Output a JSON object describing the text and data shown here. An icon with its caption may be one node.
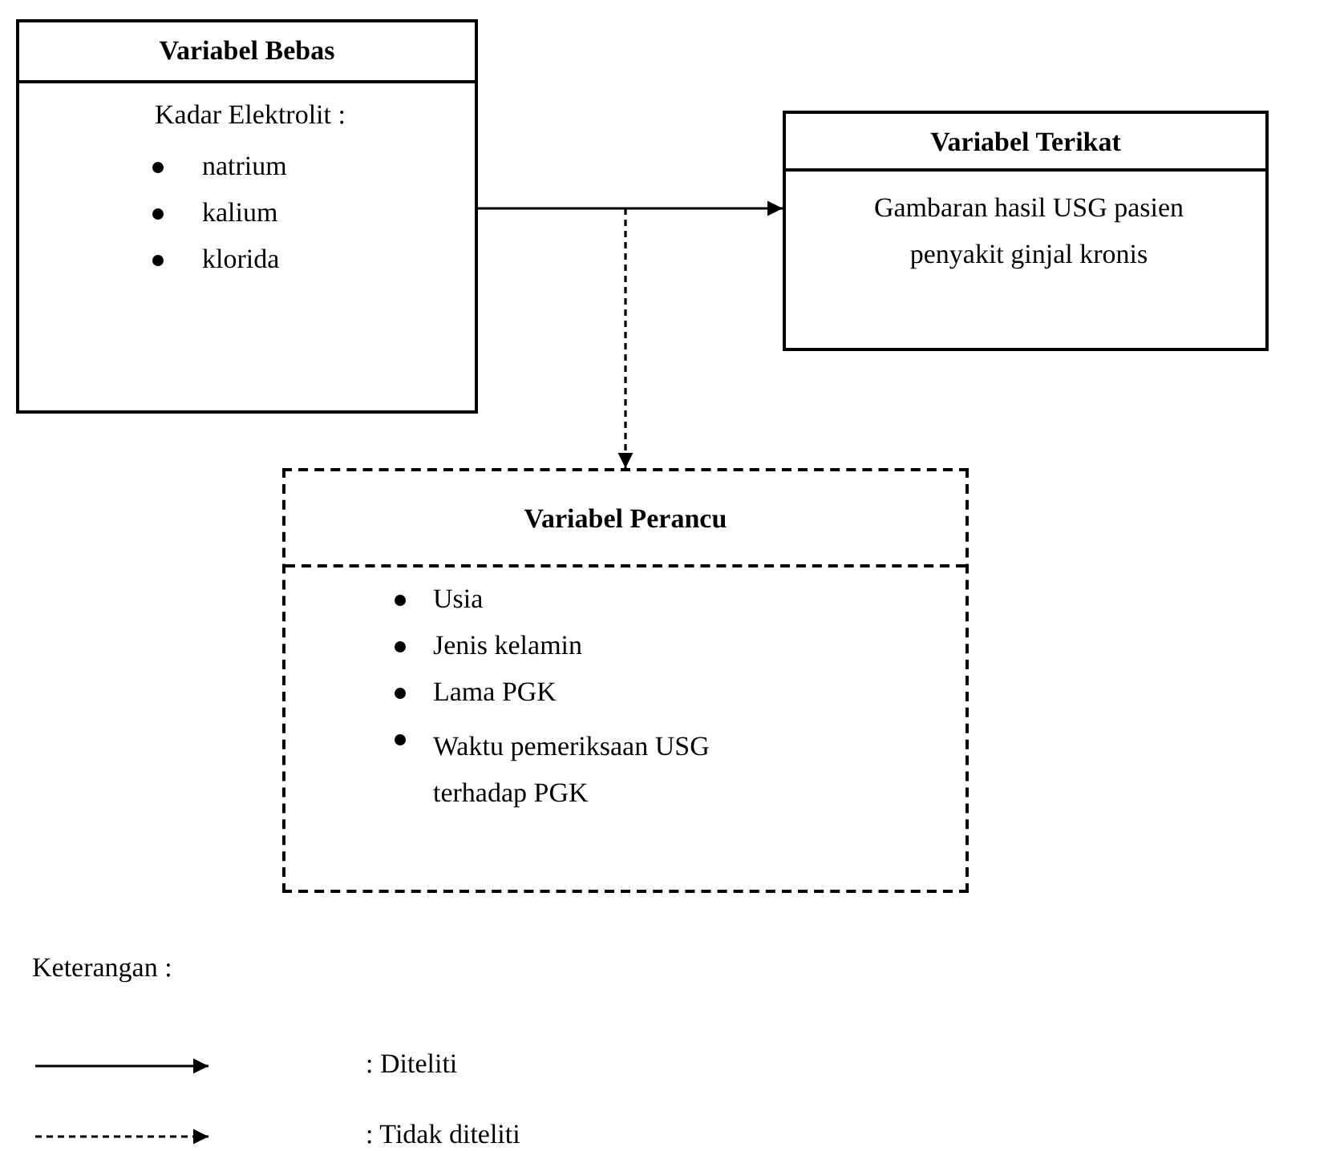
{
  "diagram": {
    "nodes": [
      {
        "text": [
          "Variabel Bebas",
          "Kadar Elektrolit :",
          "natrium",
          "kalium",
          "klorida"
        ]
      },
      {
        "text": [
          "Variabel Terikat",
          "Gambaran hasil USG pasien penyakit ginjal kronis"
        ]
      },
      {
        "text": [
          "Variabel Perancu",
          "Usia",
          "Jenis kelamin",
          "Lama PGK",
          "Waktu pemeriksaan USG terhadap PGK"
        ]
      }
    ],
    "edges": [
      {
        "from": 0,
        "to": 1,
        "arrow": "to"
      },
      {
        "from": null,
        "to": 2,
        "arrow": "to",
        "style": "dashed"
      }
    ],
    "labels": [
      "Keterangan :"
    ],
    "legend": [
      {
        "text": ": Diteliti"
      },
      {
        "text": ": Tidak diteliti"
      }
    ]
  }
}
